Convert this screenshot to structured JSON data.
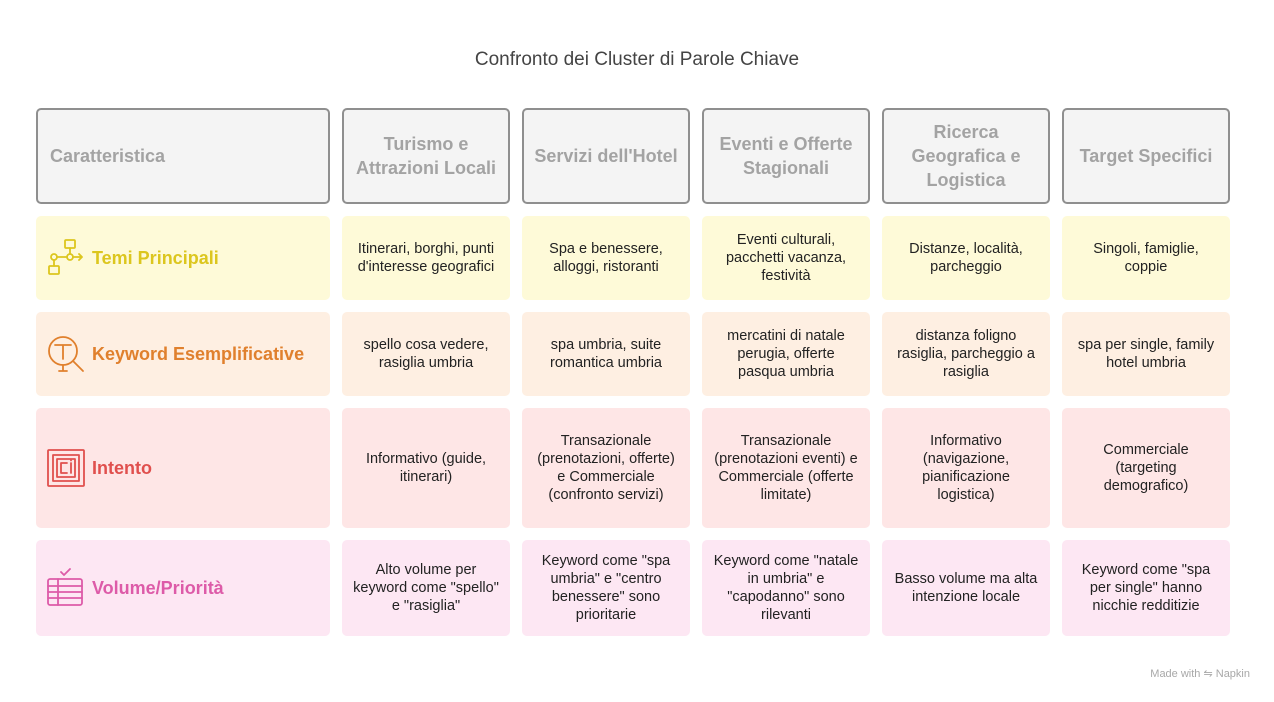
{
  "title": "Confronto dei Cluster di Parole Chiave",
  "header": {
    "feature_label": "Caratteristica",
    "columns": [
      "Turismo e Attrazioni Locali",
      "Servizi dell'Hotel",
      "Eventi e Offerte Stagionali",
      "Ricerca Geografica e Logistica",
      "Target Specifici"
    ]
  },
  "rows": [
    {
      "label": "Temi Principali",
      "icon": "flowchart-icon",
      "color": "#dcc61e",
      "bg": "#fefad8",
      "cells": [
        "Itinerari, borghi, punti d'interesse geografici",
        "Spa e benessere, alloggi, ristoranti",
        "Eventi culturali, pacchetti vacanza, festività",
        "Distanze, località, parcheggio",
        "Singoli, famiglie, coppie"
      ]
    },
    {
      "label": "Keyword Esemplificative",
      "icon": "text-search-icon",
      "color": "#e0802d",
      "bg": "#feefe2",
      "cells": [
        "spello cosa vedere, rasiglia umbria",
        "spa umbria, suite romantica umbria",
        "mercatini di natale perugia, offerte pasqua umbria",
        "distanza foligno rasiglia, parcheggio a rasiglia",
        "spa per single, family hotel umbria"
      ]
    },
    {
      "label": "Intento",
      "icon": "intent-icon",
      "color": "#e0504e",
      "bg": "#fee6e6",
      "cells": [
        "Informativo (guide, itinerari)",
        "Transazionale (prenotazioni, offerte) e Commerciale (confronto servizi)",
        "Transazionale (prenotazioni eventi) e Commerciale (offerte limitate)",
        "Informativo (navigazione, pianificazione logistica)",
        "Commerciale (targeting demografico)"
      ]
    },
    {
      "label": "Volume/Priorità",
      "icon": "checklist-icon",
      "color": "#dd5ba8",
      "bg": "#fde7f3",
      "cells": [
        "Alto volume per keyword come \"spello\" e \"rasiglia\"",
        "Keyword come \"spa umbria\" e \"centro benessere\" sono prioritarie",
        "Keyword come \"natale in umbria\" e \"capodanno\" sono rilevanti",
        "Basso volume ma alta intenzione locale",
        "Keyword come \"spa per single\" hanno nicchie redditizie"
      ]
    }
  ],
  "footer": "Made with ⇋ Napkin"
}
